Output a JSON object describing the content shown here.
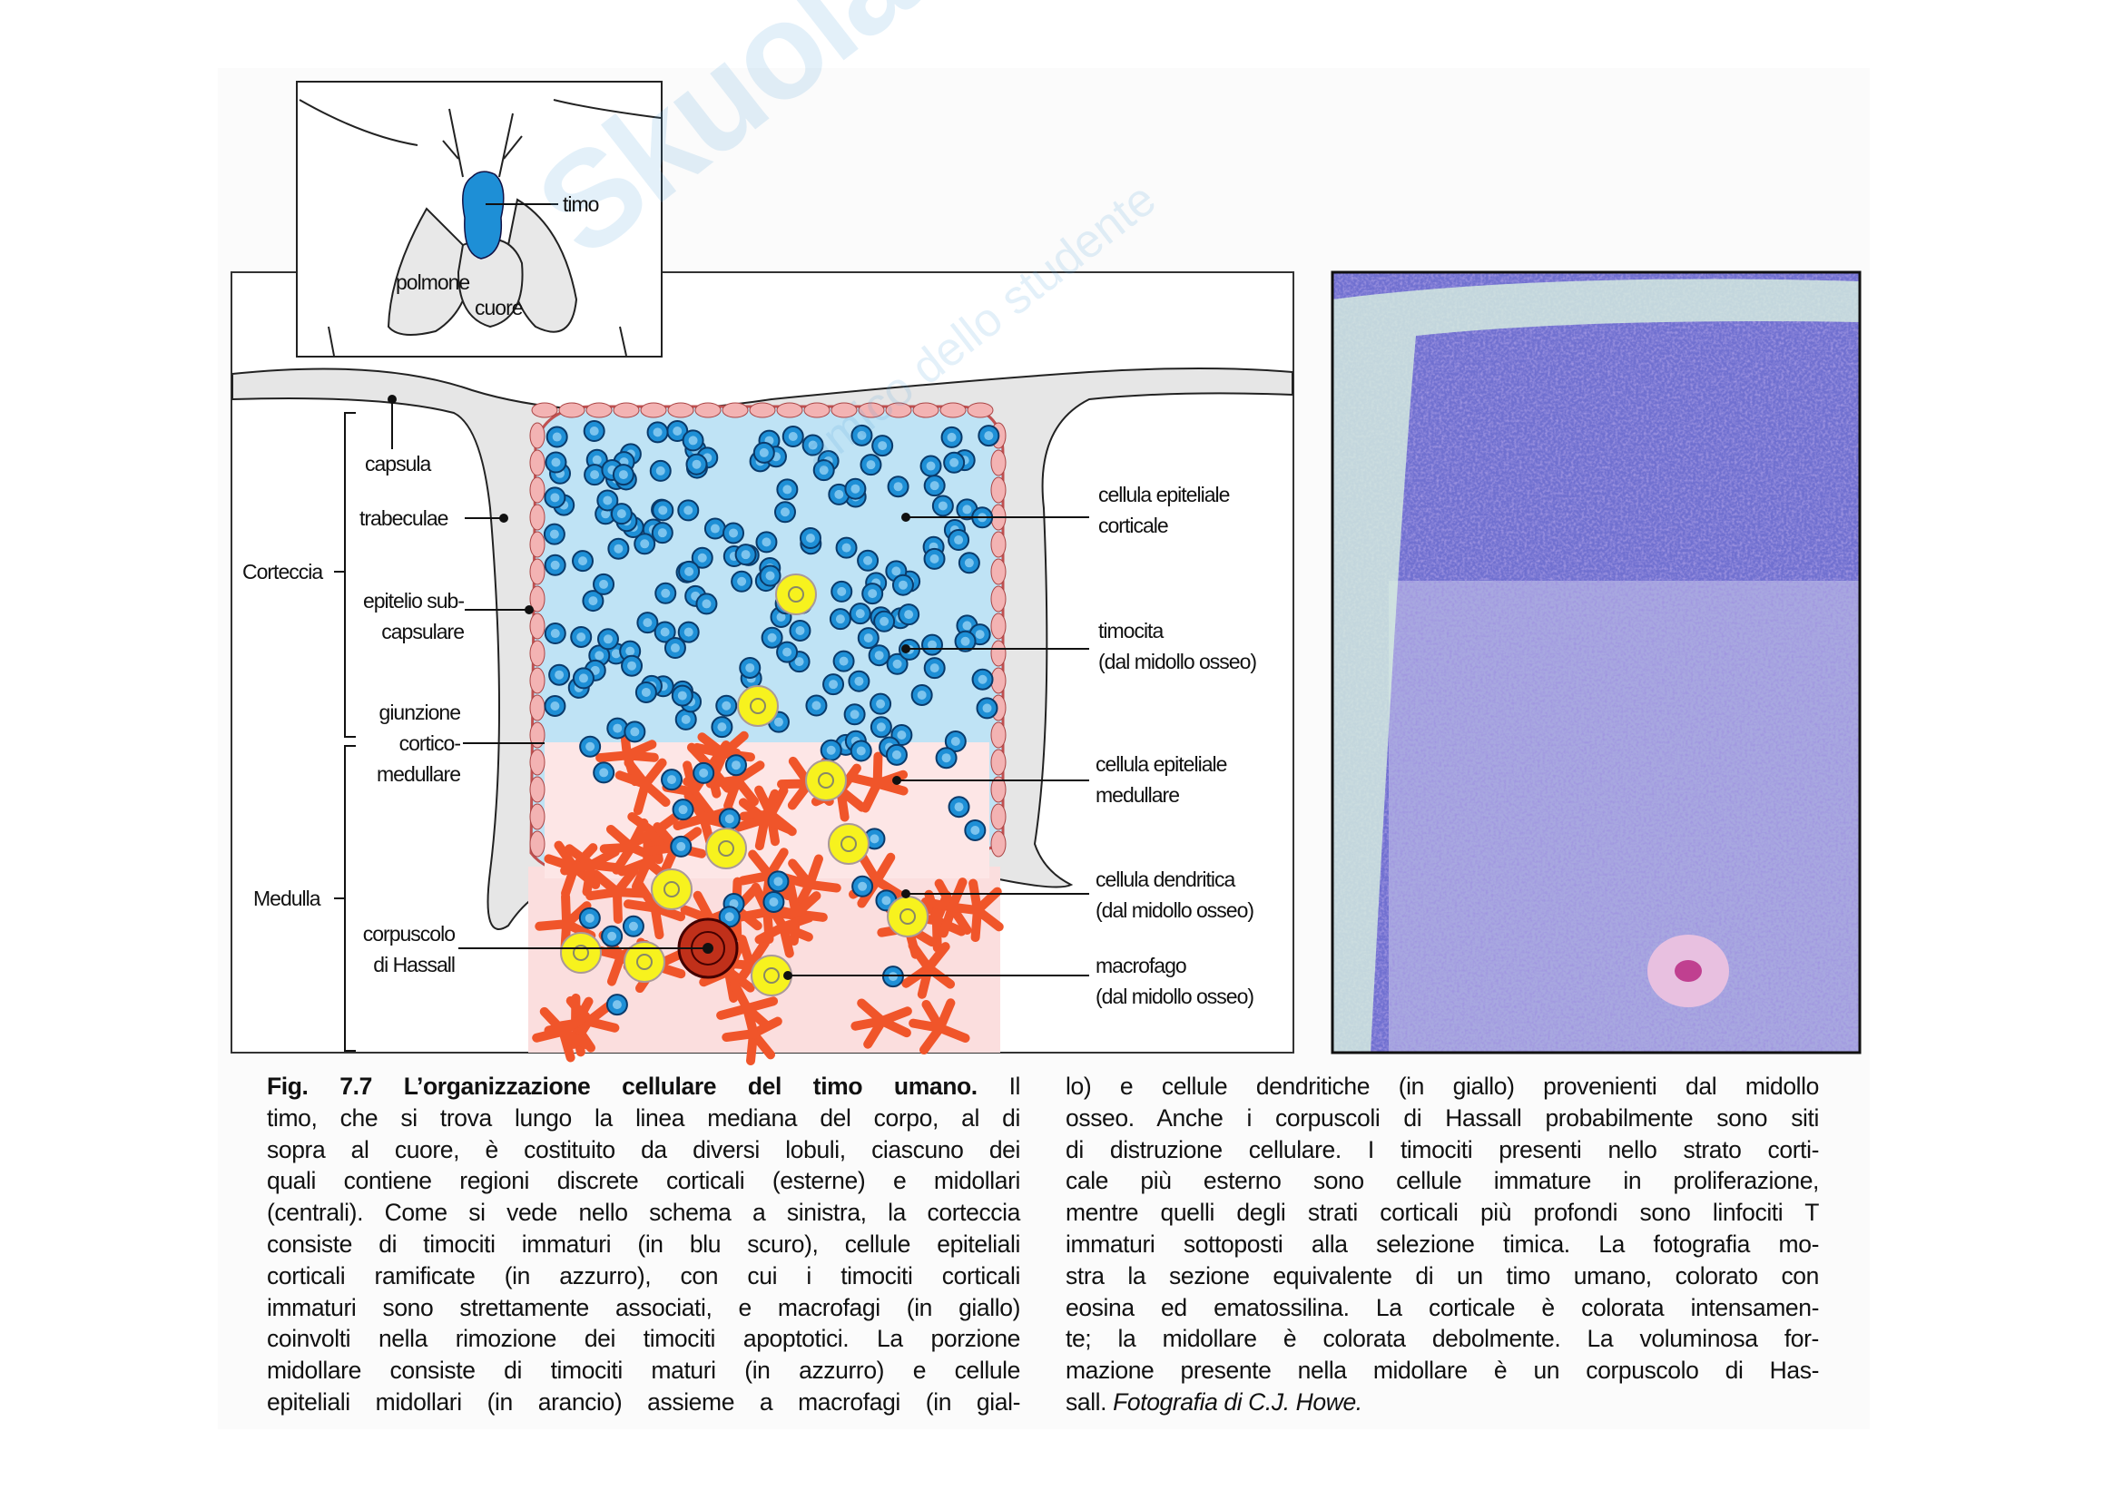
{
  "watermark": {
    "brand": "Skuola.net",
    "tagline": "amico dello studente"
  },
  "inset": {
    "labels": {
      "thymus": "timo",
      "lung": "polmone",
      "heart": "cuore"
    }
  },
  "diagram": {
    "left_labels": {
      "capsule": "capsula",
      "trabeculae": "trabeculae",
      "cortex": "Corteccia",
      "subcapsular_1": "epitelio sub-",
      "subcapsular_2": "capsulare",
      "junction_1": "giunzione",
      "junction_2": "cortico-",
      "junction_3": "medullare",
      "medulla": "Medulla",
      "hassall_1": "corpuscolo",
      "hassall_2": "di Hassall"
    },
    "right_labels": {
      "cortical_epi_1": "cellula epiteliale",
      "cortical_epi_2": "corticale",
      "thymocyte_1": "timocita",
      "thymocyte_2": "(dal midollo osseo)",
      "medullary_epi_1": "cellula epiteliale",
      "medullary_epi_2": "medullare",
      "dendritic_1": "cellula dendritica",
      "dendritic_2": "(dal midollo osseo)",
      "macrophage_1": "macrofago",
      "macrophage_2": "(dal midollo osseo)"
    },
    "colors": {
      "thymocyte": "#1e8fd6",
      "cortical_epithelium": "#bfe3f5",
      "medullary_epithelium": "#f0552a",
      "macrophage": "#f7f21e",
      "capsule": "#e8e8e8",
      "subcapsular": "#f3b3b3"
    }
  },
  "caption": {
    "left": {
      "title": "Fig. 7.7 L’organizzazione cellulare del timo umano.",
      "first_rest": "Il",
      "lines": [
        "timo, che si trova lungo la linea mediana del corpo, al di",
        "sopra al cuore, è costituito da diversi lobuli, ciascuno dei",
        "quali contiene regioni discrete corticali (esterne) e midollari",
        "(centrali). Come si vede nello schema a sinistra, la corteccia",
        "consiste di timociti immaturi (in blu scuro), cellule epiteliali",
        "corticali ramificate (in azzurro), con cui i timociti corticali",
        "immaturi sono strettamente associati, e macrofagi (in giallo)",
        "coinvolti nella rimozione dei timociti apoptotici. La porzione",
        "midollare consiste di timociti maturi (in azzurro) e cellule",
        "epiteliali midollari (in arancio) assieme a macrofagi (in gial-"
      ]
    },
    "right": {
      "lines": [
        "lo) e cellule dendritiche (in giallo) provenienti dal midollo",
        "osseo. Anche i corpuscoli di Hassall probabilmente sono siti",
        "di distruzione cellulare. I timociti presenti nello strato corti-",
        "cale più esterno sono cellule immature in proliferazione,",
        "mentre quelli degli strati corticali più profondi sono linfociti T",
        "immaturi sottoposti alla selezione timica. La fotografia mo-",
        "stra la sezione equivalente di un timo umano, colorato con",
        "eosina ed ematossilina. La corticale è colorata intensamen-",
        "te; la midollare è colorata debolmente. La voluminosa for-",
        "mazione presente nella midollare è un corpuscolo di Has-"
      ],
      "last_plain": "sall.",
      "last_italic": "Fotografia di C.J. Howe."
    }
  }
}
